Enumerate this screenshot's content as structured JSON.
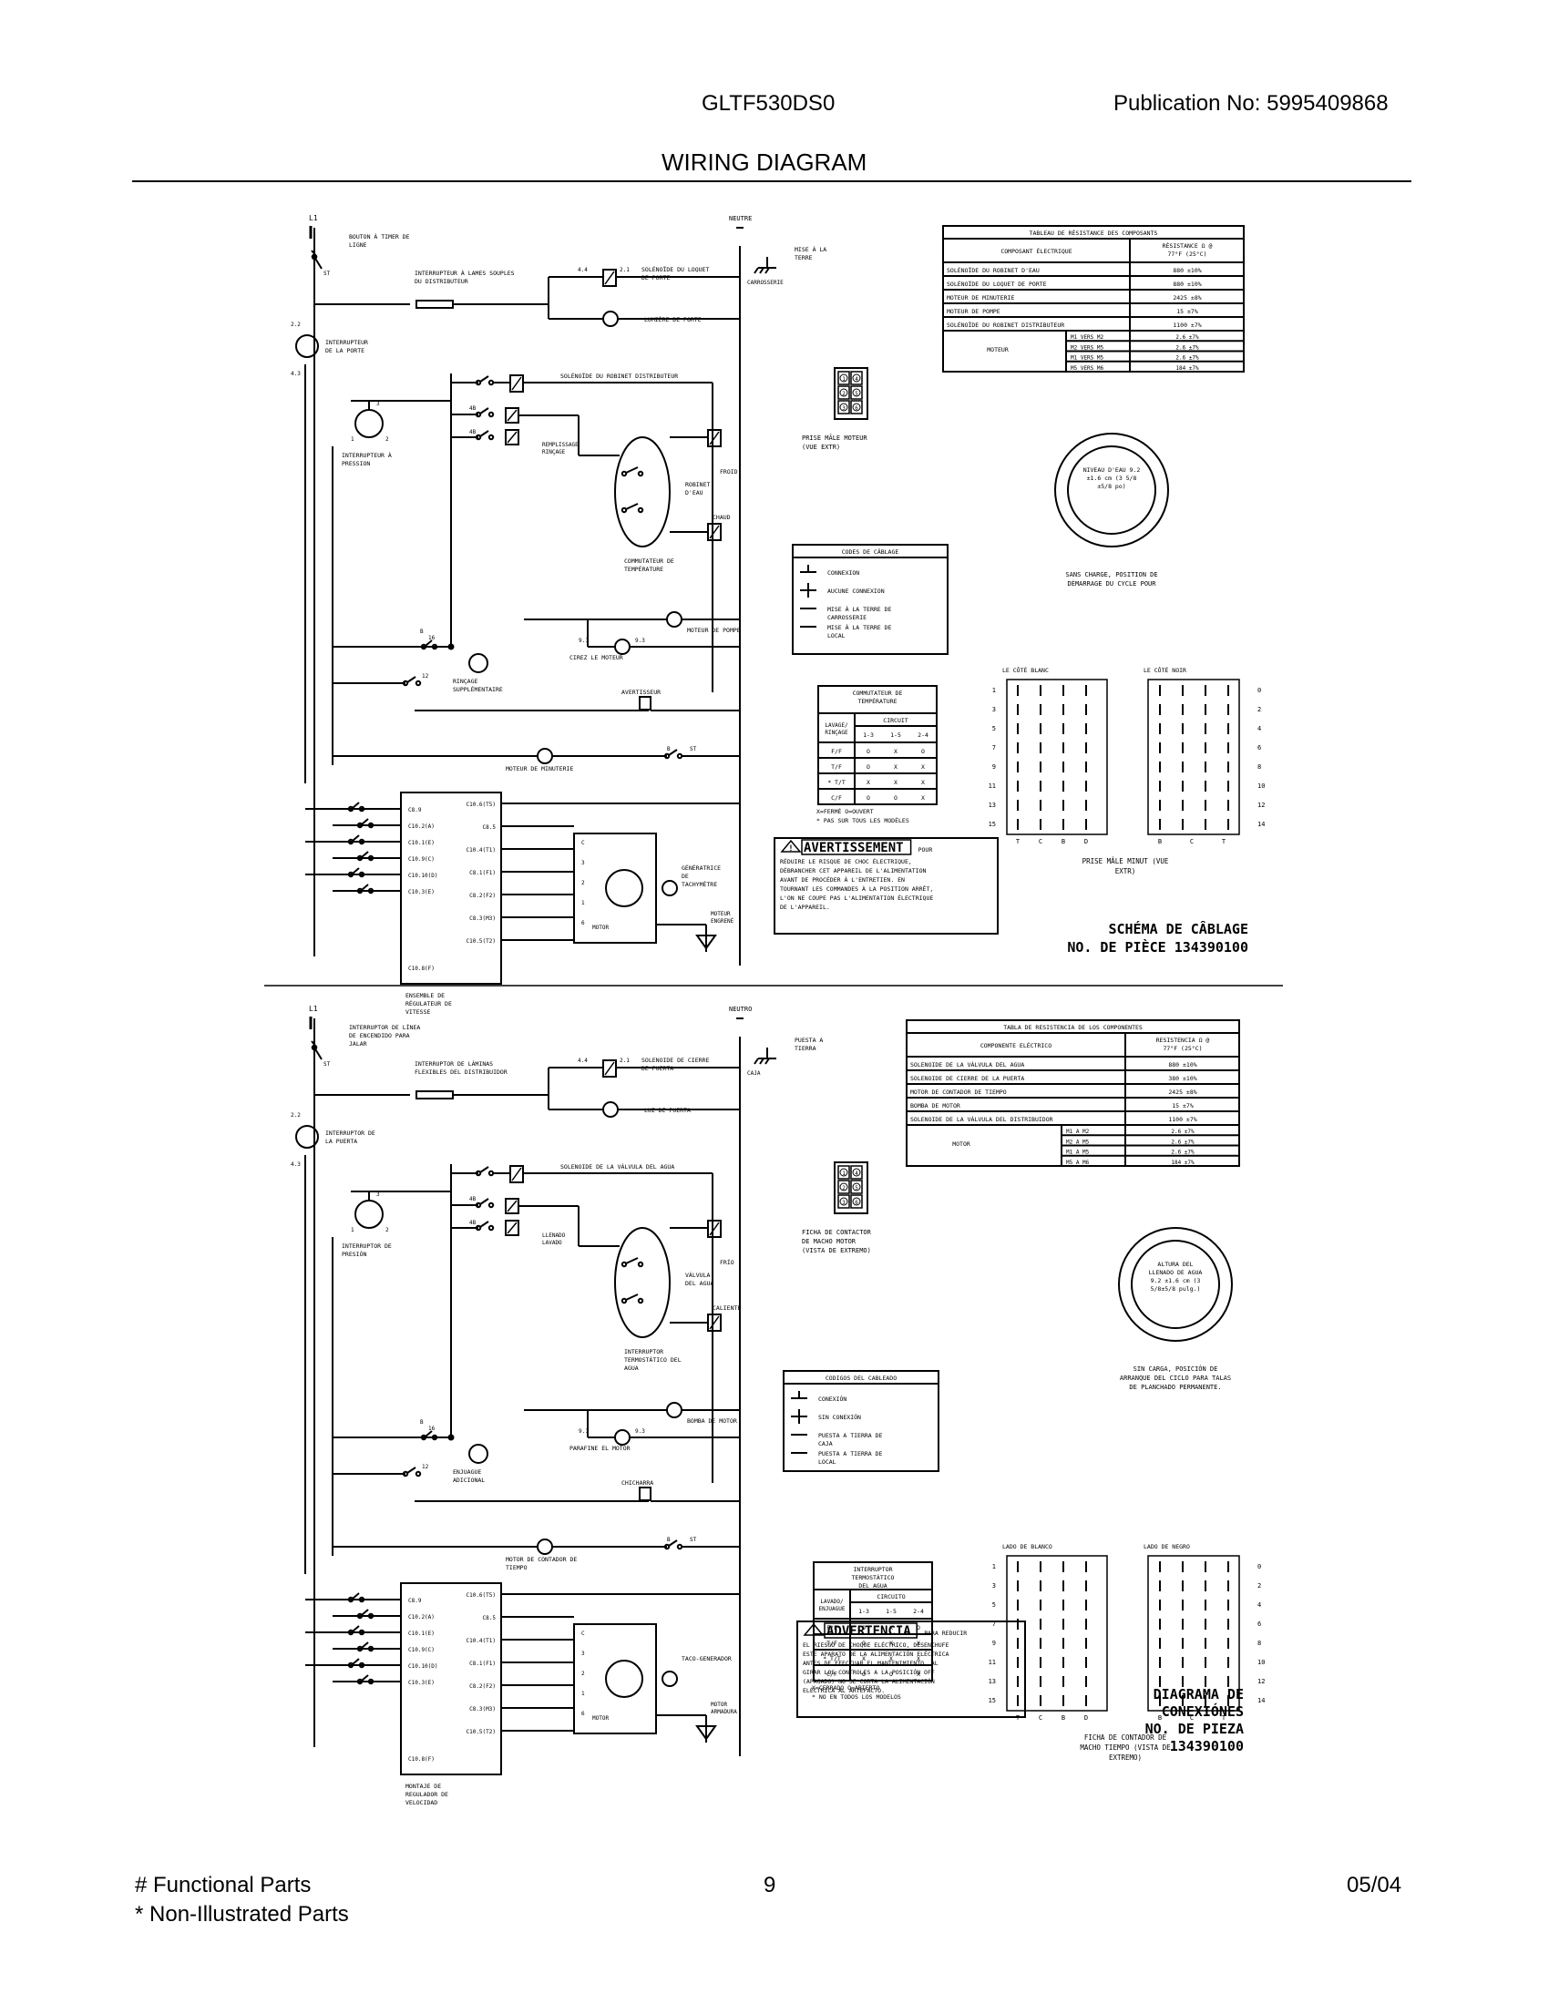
{
  "header": {
    "model": "GLTF530DS0",
    "publication_label": "Publication No:",
    "publication_number": "5995409868",
    "title": "WIRING DIAGRAM"
  },
  "footer": {
    "functional": "# Functional Parts",
    "non_illustrated": "* Non-Illustrated Parts",
    "page": "9",
    "date": "05/04"
  },
  "fr": {
    "l1": "L1",
    "neutre": "NEUTRE",
    "bouton": "BOUTON À TIMER DE LIGNE",
    "mise_terre": "MISE À LA TERRE",
    "carrosserie": "CARROSSERIE",
    "interrupteur_laves": "INTERRUPTEUR À LAMES SOUPLES DU DISTRIBUTEUR",
    "solenoide_loquet": "SOLÉNOÏDE DU LOQUET DE PORTE",
    "lumiere": "LUMIÈRE DE PORTE",
    "interrupteur_porte": "INTERRUPTEUR DE LA PORTE",
    "solenoide_robinet": "SOLÉNOÏDE DU ROBINET DISTRIBUTEUR",
    "interrupteur_pression": "INTERRUPTEUR À PRESSION",
    "remplissage": "REMPLISSAGE RINÇAGE",
    "froid": "FROID",
    "robinet": "ROBINET D'EAU",
    "chaud": "CHAUD",
    "commutateur": "COMMUTATEUR DE TEMPÉRATURE",
    "moteur_pompe": "MOTEUR DE POMPE",
    "cirez": "CIREZ LE MOTEUR",
    "rincage": "RINÇAGE SUPPLÉMENTAIRE",
    "avertisseur": "AVERTISSEUR",
    "moteur_minuterie": "MOTEUR DE MINUTERIE",
    "ensemble": "ENSEMBLE DE RÉGULATEUR DE VITESSE",
    "generatrice": "GÉNÉRATRICE DE TACHYMÈTRE",
    "moteur_engrenage": "MOTEUR ENGRENÉ",
    "motor": "MOTOR",
    "prise_moteur": "PRISE MÂLE MOTEUR (VUE EXTR)",
    "codes_title": "CODES DE CÂBLAGE",
    "codes": [
      "CONNEXION",
      "AUCUNE CONNEXION",
      "MISE À LA TERRE DE CARROSSERIE",
      "MISE À LA TERRE DE LOCAL"
    ],
    "niveau": "NIVEAU D'EAU 9.2 ±1.6 cm (3 5/8 ±5/8 po)",
    "sans_charge": "SANS CHARGE, POSITION DE DÉMARRAGE DU CYCLE POUR",
    "cote_blanc": "LE CÔTÉ BLANC",
    "cote_noir": "LE CÔTÉ NOIR",
    "prise_minut": "PRISE MÂLE MINUT (VUE EXTR)",
    "schema": "SCHÉMA DE CÂBLAGE",
    "piece": "NO. DE PIÈCE 134390100",
    "avert_title": "AVERTISSEMENT",
    "avert_pour": "POUR",
    "avert_lines": [
      "RÉDUIRE LE RISQUE DE CHOC ÉLECTRIQUE,",
      "DÉBRANCHER CET APPAREIL DE L'ALIMENTATION",
      "AVANT DE PROCÉDER À L'ENTRETIEN. EN",
      "TOURNANT LES COMMANDES À LA POSITION ARRÊT,",
      "L'ON NE COUPE PAS L'ALIMENTATION ÉLECTRIQUE",
      "DE L'APPAREIL."
    ],
    "temp_title": "COMMUTATEUR DE TEMPÉRATURE",
    "temp_col1": "LAVAGE/ RINÇAGE",
    "temp_circuit": "CIRCUIT",
    "temp_cols": [
      "1-3",
      "1-5",
      "2-4"
    ],
    "temp_rows": [
      [
        "F/F",
        "O",
        "X",
        "O"
      ],
      [
        "T/F",
        "O",
        "X",
        "X"
      ],
      [
        "* T/T",
        "X",
        "X",
        "X"
      ],
      [
        "C/F",
        "O",
        "O",
        "X"
      ]
    ],
    "temp_note1": "X=FERMÉ   O=OUVERT",
    "temp_note2": "* PAS SUR TOUS LES MODÈLES",
    "res_title": "TABLEAU DE RÉSISTANCE DES COMPOSANTS",
    "res_col1": "COMPOSANT ÉLECTRIQUE",
    "res_col2": "RÉSISTANCE Ω @ 77°F (25°C)",
    "res_rows": [
      [
        "SOLÉNOÏDE DU ROBINET D'EAU",
        "880 ±10%"
      ],
      [
        "SOLÉNOÏDE DU LOQUET DE PORTE",
        "880 ±10%"
      ],
      [
        "MOTEUR DE MINUTERIE",
        "2425 ±8%"
      ],
      [
        "MOTEUR DE POMPE",
        "15 ±7%"
      ],
      [
        "SOLÉNOÏDE DU ROBINET DISTRIBUTEUR",
        "1100 ±7%"
      ]
    ],
    "res_motor": "MOTEUR",
    "res_motor_rows": [
      [
        "M1 VERS M2",
        "2.6 ±7%"
      ],
      [
        "M2 VERS M5",
        "2.6 ±7%"
      ],
      [
        "M1 VERS M5",
        "2.6 ±7%"
      ],
      [
        "M5 VERS M6",
        "184 ±7%"
      ]
    ]
  },
  "es": {
    "l1": "L1",
    "neutro": "NEUTRO",
    "interruptor_linea": "INTERRUPTOR DE LÍNEA DE ENCENDIDO PARA JALAR",
    "puesta_tierra": "PUESTA A TIERRA",
    "caja": "CAJA",
    "interruptor_laminas": "INTERRUPTOR DE LÁMINAS FLEXIBLES DEL DISTRIBUIDOR",
    "solenoide_cierre": "SOLENOIDE DE CIERRE DE PUERTA",
    "luz": "LUZ DE PUERTA",
    "interruptor_puerta": "INTERRUPTOR DE LA PUERTA",
    "solenoide_valvula": "SOLENOIDE DE LA VÁLVULA DEL AGUA",
    "interruptor_presion": "INTERRUPTOR DE PRESIÓN",
    "llenado": "LLENADO LAVADO",
    "frio": "FRÍO",
    "valvula": "VÁLVULA DEL AGUA",
    "caliente": "CALIENTE",
    "interruptor_termo": "INTERRUPTOR TERMOSTÁTICO DEL AGUA",
    "bomba": "BOMBA DE MOTOR",
    "parafine": "PARAFINE EL MOTOR",
    "enjuague": "ENJUAGUE ADICIONAL",
    "chicharra": "CHICHARRA",
    "motor_contador": "MOTOR DE CONTADOR DE TIEMPO",
    "montaje": "MONTAJE DE REGULADOR DE VELOCIDAD",
    "taco": "TACO-GENERADOR",
    "motor_armadura": "MOTOR ARMADURA",
    "motor": "MOTOR",
    "ficha_motor": "FICHA DE CONTACTOR DE MACHO MOTOR (VISTA DE EXTREMO)",
    "codigos_title": "CODIGOS DEL CABLEADO",
    "codigos": [
      "CONEXIÓN",
      "SIN CONEXIÓN",
      "PUESTA A TIERRA DE CAJA",
      "PUESTA A TIERRA DE LOCAL"
    ],
    "altura": "ALTURA DEL LLENADO DE AGUA 9.2 ±1.6 cm (3 5/8±5/8 pulg.)",
    "sin_carga": "SIN CARGA, POSICIÓN DE ARRANQUE DEL CICLO PARA TALAS DE PLANCHADO PERMANENTE.",
    "lado_blanco": "LADO DE BLANCO",
    "lado_negro": "LADO DE NEGRO",
    "ficha_tiempo": "FICHA DE CONTADOR DE MACHO TIEMPO (VISTA DE EXTREMO)",
    "diagrama": "DIAGRAMA DE",
    "conexiones": "CONEXIÓNES",
    "no_pieza": "NO. DE PIEZA",
    "pieza_num": "134390100",
    "adv_title": "ADVERTENCIA",
    "adv_para": "PARA REDUCIR",
    "adv_lines": [
      "EL RIESGO DE CHOQUE ELÉCTRICO, DESENCHUFE",
      "ESTE APARATO DE LA ALIMENTACIÓN ELÉCTRICA",
      "ANTES DE EFECTUAR EL MANTENIMIENTO. AL",
      "GIRAR LOS CONTROLES A LA POSICIÓN OFF",
      "(APAGADO) NO SE CORTA LA ALIMENTACIÓN",
      "ELÉCTRICA AL ARTEFACTO."
    ],
    "temp_title": "INTERRUPTOR TERMOSTÁTICO DEL AGUA",
    "temp_col1": "LAVADO/ ENJUAGUE",
    "temp_circuit": "CIRCUITO",
    "temp_cols": [
      "1-3",
      "1-5",
      "2-4"
    ],
    "temp_rows": [
      [
        "F/F",
        "O",
        "X",
        "O"
      ],
      [
        "T/F",
        "O",
        "X",
        "X"
      ],
      [
        "* T/T",
        "X",
        "X",
        "X"
      ],
      [
        "C/F",
        "O",
        "O",
        "X"
      ]
    ],
    "temp_note1": "X=CERRADO   O=ABIERTO",
    "temp_note2": "* NO EN TODOS LOS MODELOS",
    "res_title": "TABLA DE RESISTENCIA DE LOS COMPONENTES",
    "res_col1": "COMPONENTE ELÉCTRICO",
    "res_col2": "RESISTENCIA Ω @ 77°F (25°C)",
    "res_rows": [
      [
        "SOLENOIDE DE LA VÁLVULA DEL AGUA",
        "880 ±10%"
      ],
      [
        "SOLENOIDE DE CIERRE DE LA PUERTA",
        "380 ±10%"
      ],
      [
        "MOTOR DE CONTADOR DE TIEMPO",
        "2425 ±8%"
      ],
      [
        "BOMBA DE MOTOR",
        "15 ±7%"
      ],
      [
        "SOLENOIDE DE LA VÁLVULA DEL DISTRIBUIDOR",
        "1100 ±7%"
      ]
    ],
    "res_motor": "MOTOR",
    "res_motor_rows": [
      [
        "M1 A M2",
        "2.6 ±7%"
      ],
      [
        "M2 A M5",
        "2.6 ±7%"
      ],
      [
        "M1 A M5",
        "2.6 ±7%"
      ],
      [
        "M5 A M6",
        "184 ±7%"
      ]
    ]
  },
  "timer_pins": {
    "left_numbers": [
      "1",
      "3",
      "5",
      "7",
      "9",
      "11",
      "13",
      "15"
    ],
    "right_numbers": [
      "0",
      "2",
      "4",
      "6",
      "8",
      "10",
      "12",
      "14"
    ],
    "bottom_left": [
      "T",
      "C",
      "B",
      "D"
    ],
    "bottom_right": [
      "B",
      "C",
      "T"
    ]
  },
  "speed_terms": {
    "left": [
      "C8.9",
      "C10.2(A)",
      "C10.1(E)",
      "C10.9(C)",
      "C10.10(D)",
      "C10.3(E)"
    ],
    "right": [
      "C10.6(T5)",
      "C8.5",
      "C10.4(T1)",
      "C8.1(F1)",
      "C8.2(F2)",
      "C8.3(M3)",
      "C10.5(T2)"
    ],
    "bottom": "C10.8(F)"
  },
  "motor_plug_pins": [
    "1",
    "4",
    "2",
    "5",
    "3",
    "6"
  ]
}
